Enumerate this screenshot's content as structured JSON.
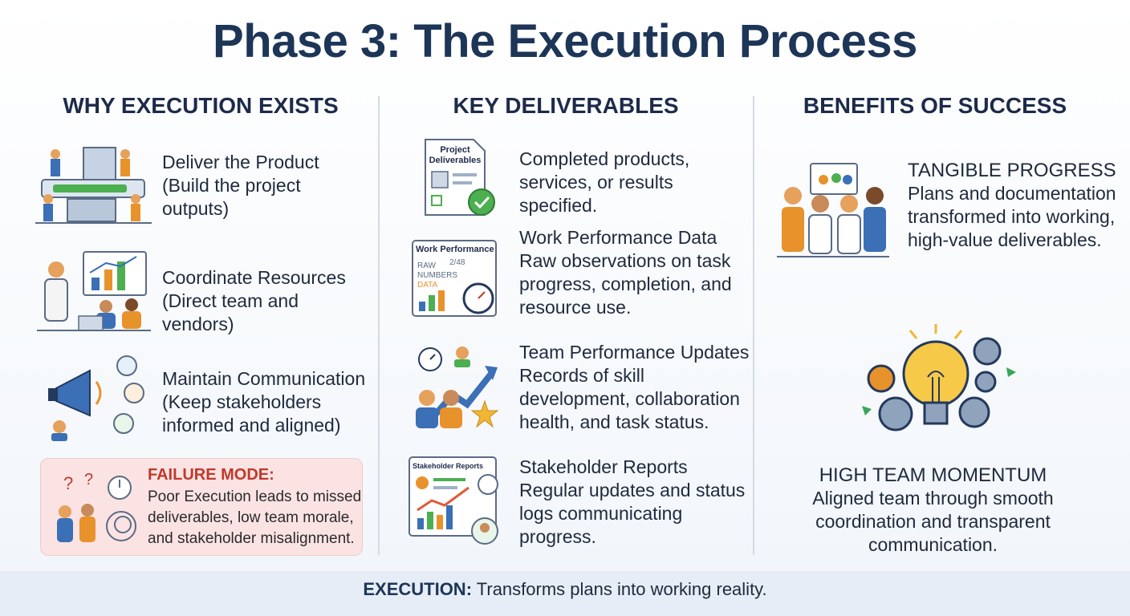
{
  "title": "Phase 3: The Execution Process",
  "columns": {
    "why": {
      "heading": "WHY EXECUTION EXISTS",
      "items": [
        {
          "icon": "construction-team-icon",
          "title": "Deliver the Product",
          "desc": "(Build the project outputs)"
        },
        {
          "icon": "resource-coordination-icon",
          "title": "Coordinate Resources",
          "desc": "(Direct team and vendors)"
        },
        {
          "icon": "megaphone-icon",
          "title": "Maintain Communication",
          "desc": "(Keep stakeholders informed and aligned)"
        }
      ],
      "failure": {
        "icon": "confused-team-icon",
        "label": "FAILURE MODE:",
        "text": "Poor Execution leads to missed deliverables, low team morale, and stakeholder misalignment."
      }
    },
    "deliverables": {
      "heading": "KEY DELIVERABLES",
      "items": [
        {
          "icon": "document-check-icon",
          "icon_label": "Project Deliverables",
          "title": "",
          "desc": "Completed products, services, or results specified."
        },
        {
          "icon": "performance-chart-icon",
          "icon_label": "Work Performance",
          "icon_text": [
            "RAW",
            "2/48",
            "NUMBERS",
            "DATA"
          ],
          "title": "Work Performance Data",
          "desc": "Raw observations on task progress, completion, and resource use."
        },
        {
          "icon": "team-growth-icon",
          "title": "Team Performance Updates",
          "desc": "Records of skill development, collaboration health, and task status."
        },
        {
          "icon": "stakeholder-report-icon",
          "icon_label": "Stakeholder Reports",
          "title": "Stakeholder Reports",
          "desc": "Regular updates and status logs communicating progress."
        }
      ]
    },
    "benefits": {
      "heading": "BENEFITS OF SUCCESS",
      "items": [
        {
          "icon": "celebrating-team-icon",
          "title": "TANGIBLE PROGRESS",
          "desc": "Plans and documentation transformed into working, high-value deliverables."
        },
        {
          "icon": "lightbulb-gears-icon",
          "title": "HIGH TEAM MOMENTUM",
          "desc": "Aligned team through smooth coordination and transparent communication."
        }
      ]
    }
  },
  "footer": {
    "label": "EXECUTION:",
    "text": "Transforms plans into working reality."
  },
  "colors": {
    "title": "#1d3557",
    "failure_bg": "#fbe3e3",
    "failure_label": "#c0392b",
    "footer_bg": "#e6edf6",
    "accent_blue": "#3b6fb6",
    "accent_green": "#3aa657",
    "accent_orange": "#e8922c"
  }
}
